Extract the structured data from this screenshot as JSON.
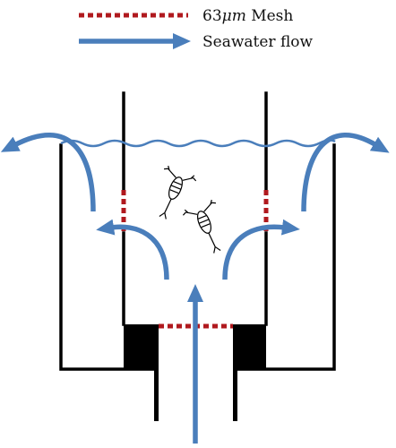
{
  "legend": {
    "mesh_label_prefix": "63",
    "mesh_label_unit": "μm",
    "mesh_label_suffix": " Mesh",
    "flow_label": "Seawater flow"
  },
  "colors": {
    "mesh": "#B0191E",
    "flow": "#4A7EBB",
    "wall": "#000000",
    "fill": "#000000",
    "copepod": "#000000"
  },
  "icons": {
    "copepod_1": "copepod-icon",
    "copepod_2": "copepod-icon"
  }
}
